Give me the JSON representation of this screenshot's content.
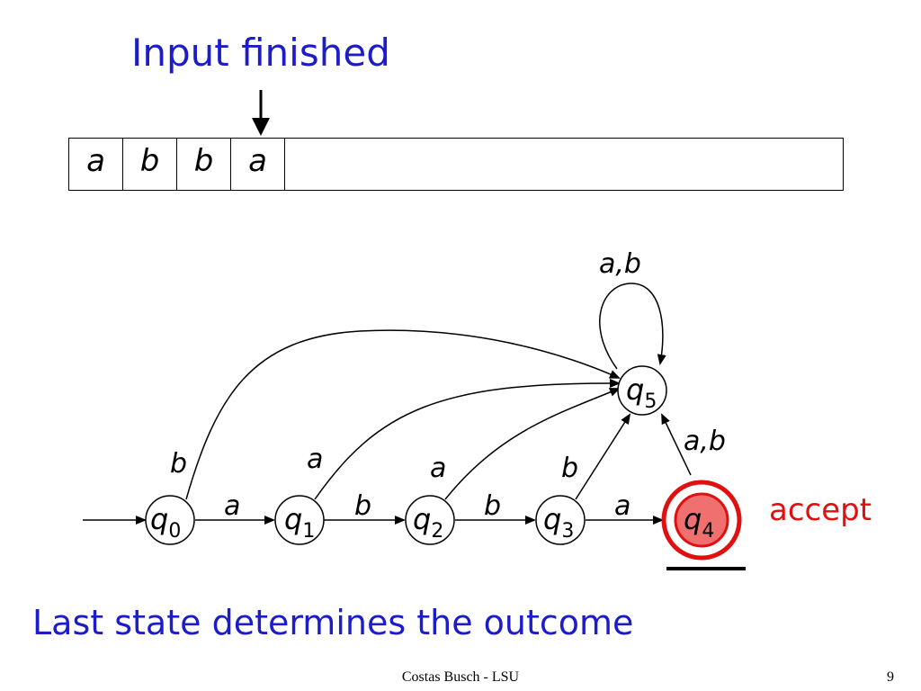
{
  "heading": "Input finished",
  "tape": [
    "a",
    "b",
    "b",
    "a"
  ],
  "states": [
    {
      "base": "q",
      "sub": "0"
    },
    {
      "base": "q",
      "sub": "1"
    },
    {
      "base": "q",
      "sub": "2"
    },
    {
      "base": "q",
      "sub": "3"
    },
    {
      "base": "q",
      "sub": "4"
    },
    {
      "base": "q",
      "sub": "5"
    }
  ],
  "accepting_state": "q4",
  "current_state": "q4",
  "transitions": [
    {
      "from": "q0",
      "to": "q1",
      "label": "a"
    },
    {
      "from": "q1",
      "to": "q2",
      "label": "b"
    },
    {
      "from": "q2",
      "to": "q3",
      "label": "b"
    },
    {
      "from": "q3",
      "to": "q4",
      "label": "a"
    },
    {
      "from": "q0",
      "to": "q5",
      "label": "b"
    },
    {
      "from": "q1",
      "to": "q5",
      "label": "a"
    },
    {
      "from": "q2",
      "to": "q5",
      "label": "a"
    },
    {
      "from": "q3",
      "to": "q5",
      "label": "b"
    },
    {
      "from": "q4",
      "to": "q5",
      "label": "a,b"
    },
    {
      "from": "q5",
      "to": "q5",
      "label": "a,b"
    }
  ],
  "accept_label": "accept",
  "caption": "Last state determines the outcome",
  "footer": "Costas Busch - LSU",
  "page_number": "9",
  "colors": {
    "blue_text": "#1c1cc8",
    "accept_red": "#e01010",
    "highlight_fill": "#f07070"
  }
}
